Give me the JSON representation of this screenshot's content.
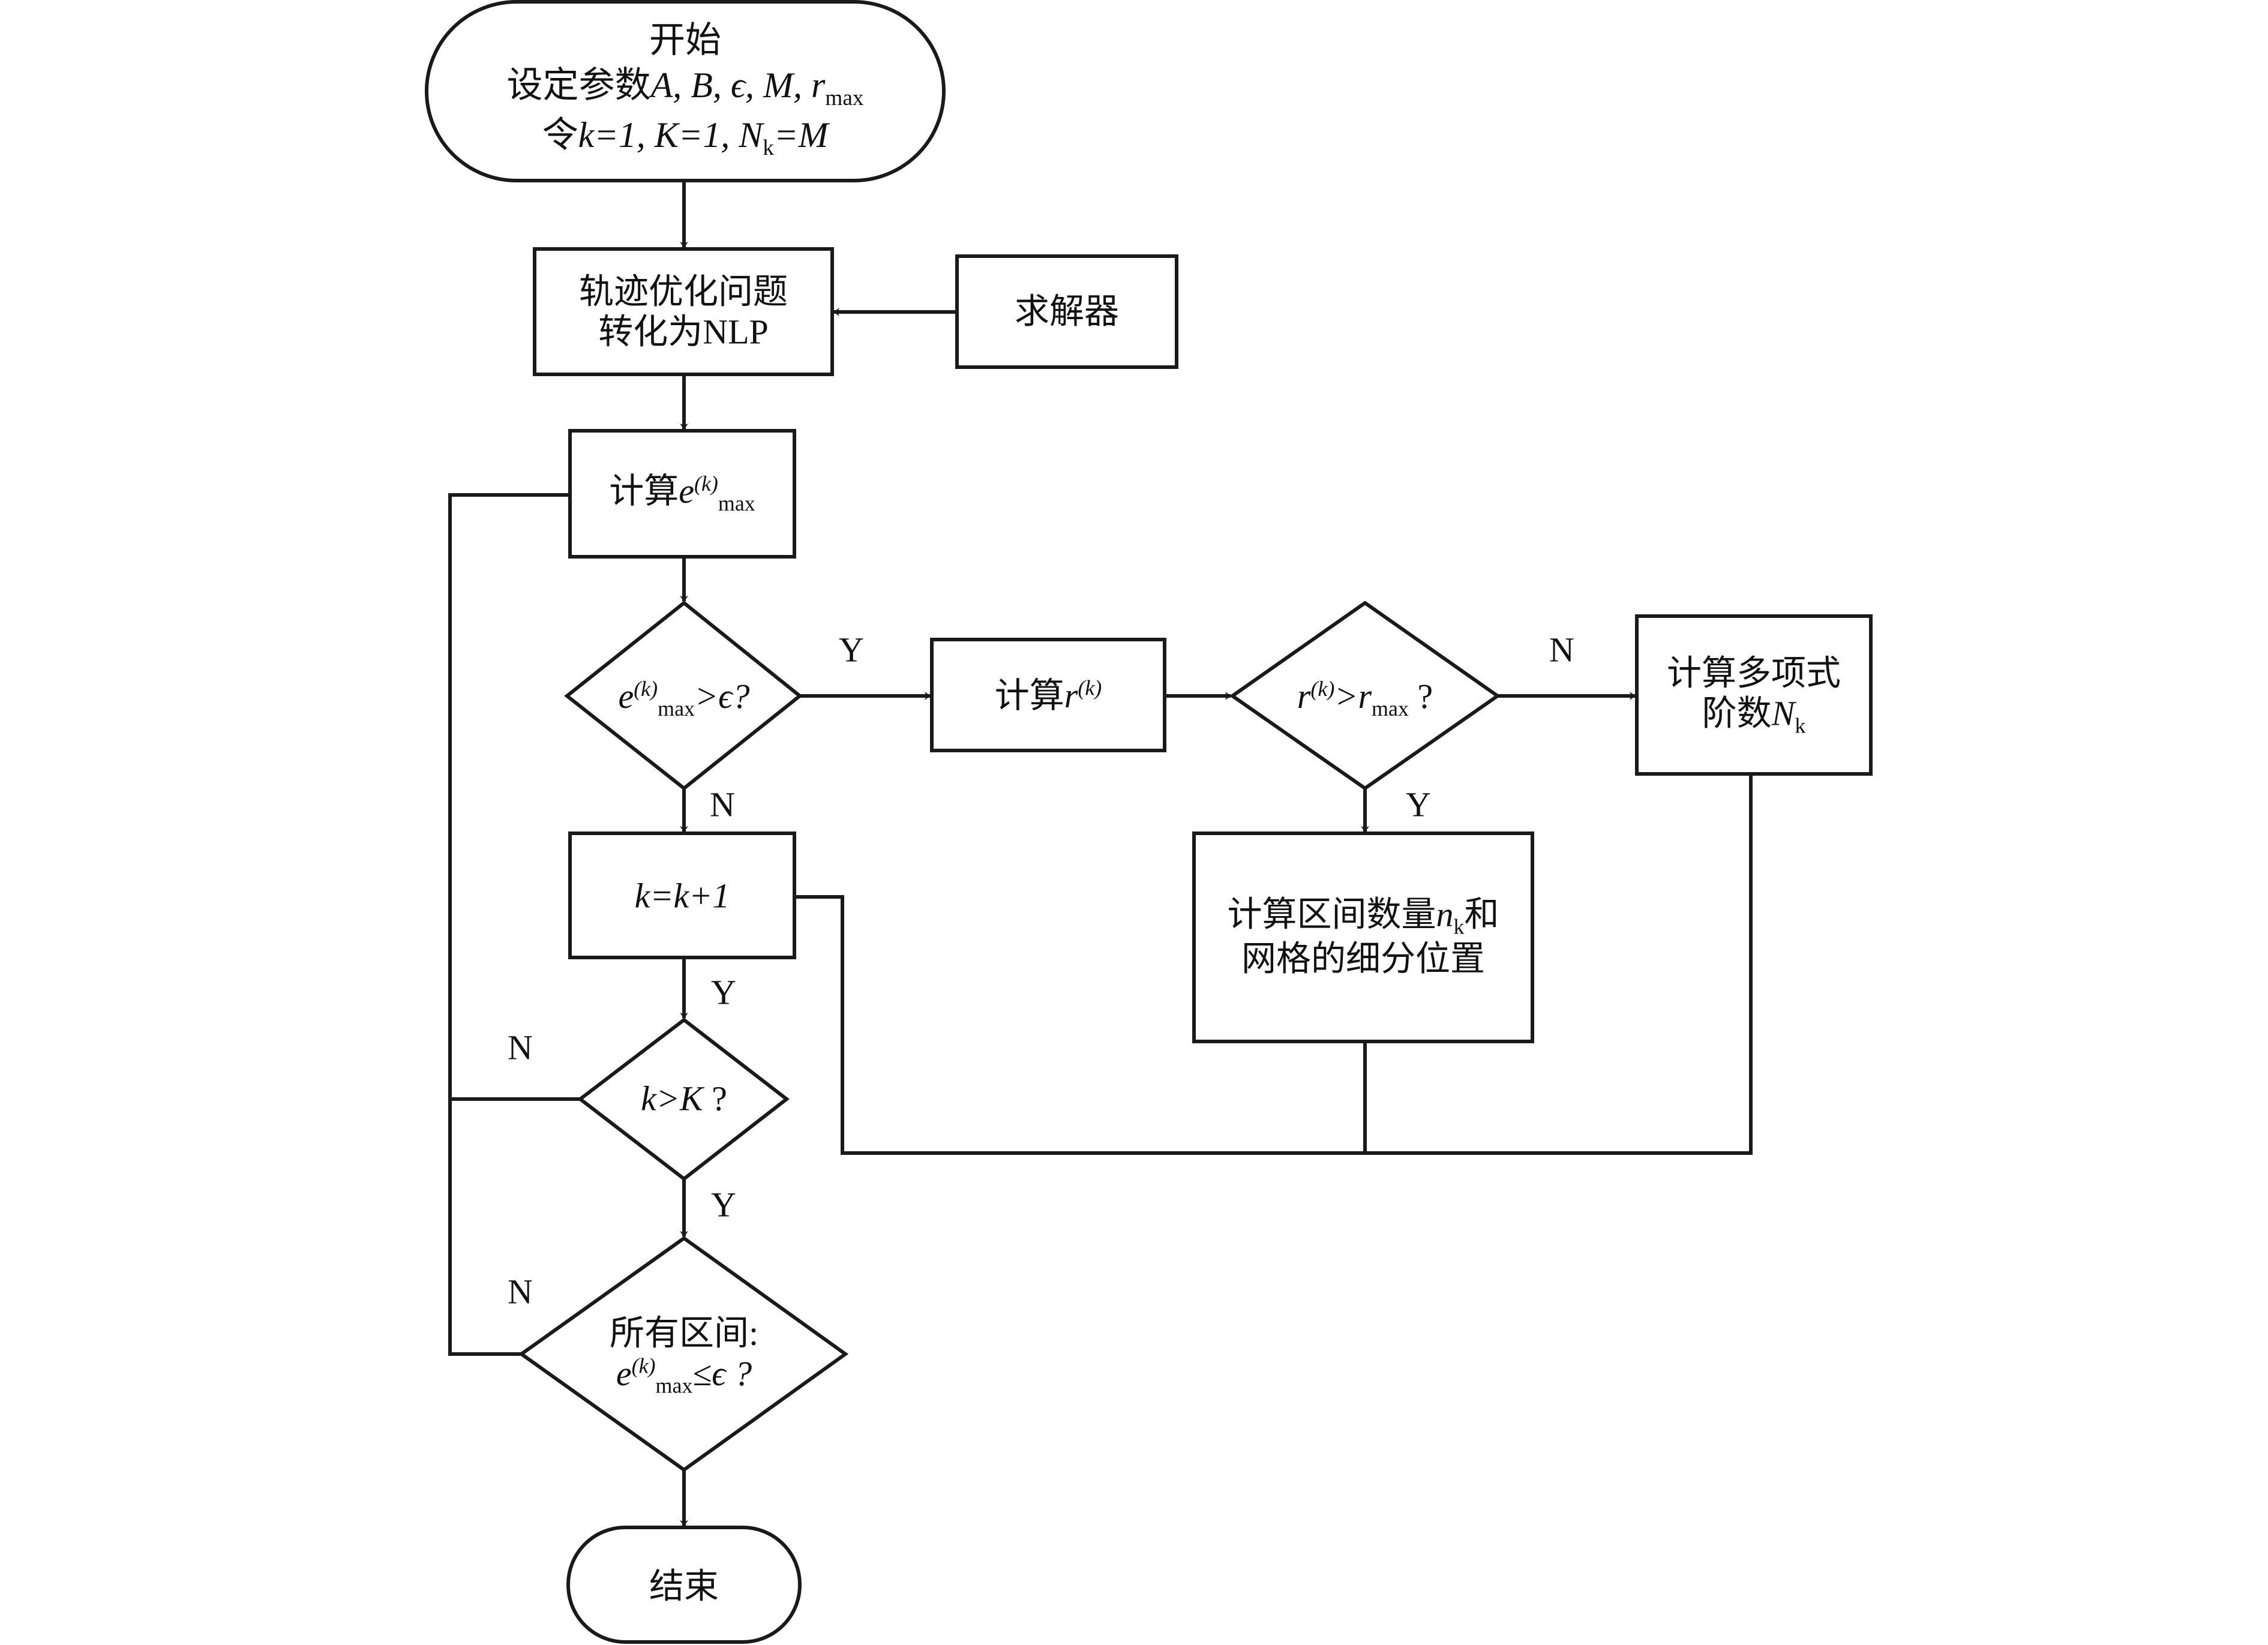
{
  "nodes": {
    "start": {
      "line1": "开始",
      "line2_text": "设定参数",
      "line2_vars": "A, B, ϵ, M, r",
      "line2_sub": "max",
      "line3_text": "令",
      "line3_expr": "k=1, K=1, N",
      "line3_sub": "k",
      "line3_tail": "=M"
    },
    "nlp": {
      "line1": "轨迹优化问题",
      "line2": "转化为NLP"
    },
    "solver": {
      "label": "求解器"
    },
    "compute_e": {
      "text": "计算",
      "var": "e",
      "sup": "(k)",
      "sub": "max"
    },
    "check_e": {
      "var": "e",
      "sup": "(k)",
      "sub": "max",
      "tail": ">ϵ?"
    },
    "compute_r": {
      "text": "计算",
      "var": "r",
      "sup": "(k)"
    },
    "check_r": {
      "var": "r",
      "sup": "(k)",
      "mid": ">r",
      "sub": "max",
      "tail": " ?"
    },
    "poly": {
      "line1": "计算多项式",
      "line2_text": "阶数",
      "line2_var": "N",
      "line2_sub": "k"
    },
    "subdivide": {
      "line1_text": "计算区间数量",
      "line1_var": "n",
      "line1_sub": "k",
      "line1_tail": "和",
      "line2": "网格的细分位置"
    },
    "increment": {
      "expr": "k=k+1"
    },
    "check_k": {
      "expr": "k>K",
      "tail": " ?"
    },
    "check_all": {
      "line1": "所有区间:",
      "var": "e",
      "sup": "(k)",
      "sub": "max",
      "tail": "≤ϵ ?"
    },
    "end": {
      "label": "结束"
    }
  },
  "edge_labels": {
    "check_e_yes": "Y",
    "check_e_no": "N",
    "check_r_no": "N",
    "check_r_yes": "Y",
    "increment_yes": "Y",
    "check_k_no": "N",
    "check_k_yes": "Y",
    "check_all_no": "N"
  }
}
